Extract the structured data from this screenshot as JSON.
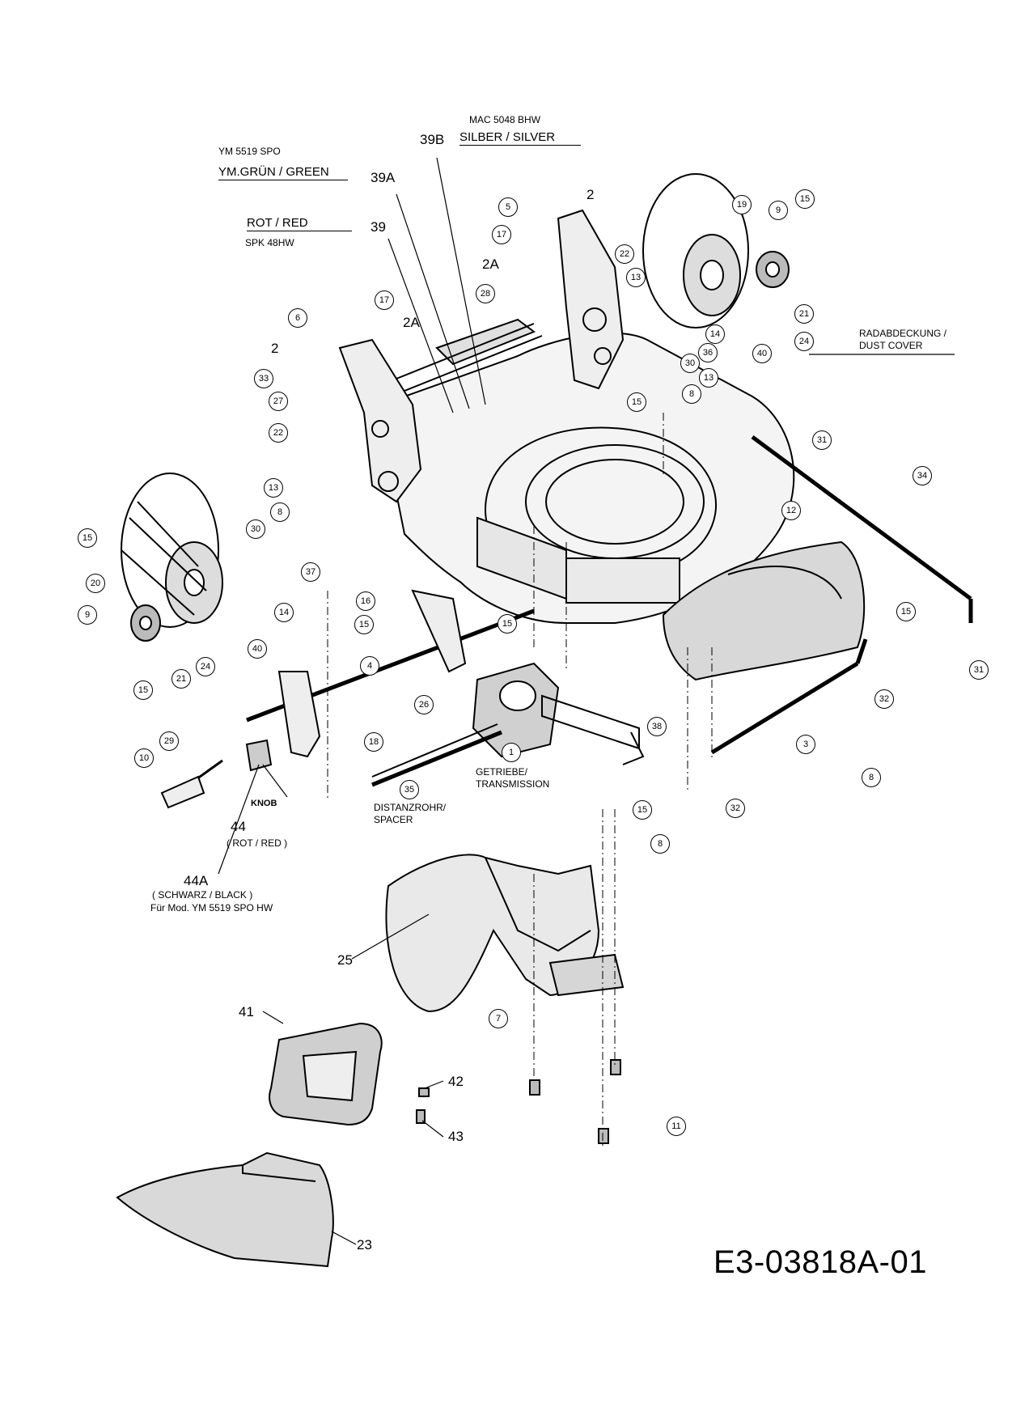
{
  "title": {
    "model_a": "MAC 5048 BHW",
    "color_a": "SILBER / SILVER",
    "model_b": "YM 5519 SPO",
    "color_b": "YM.GRÜN / GREEN",
    "color_c": "ROT / RED",
    "model_c": "SPK 48HW"
  },
  "labels": {
    "p39b": "39B",
    "p39a": "39A",
    "p39": "39",
    "dust_cover": "RADABDECKUNG /",
    "dust_cover2": "DUST COVER",
    "getriebe": "GETRIEBE/",
    "transmission": "TRANSMISSION",
    "spacer1": "DISTANZROHR/",
    "spacer2": "SPACER",
    "knob": "KNOB",
    "p44": "44",
    "p44_note": "( ROT / RED )",
    "p44a": "44A",
    "p44a_note": "( SCHWARZ / BLACK )",
    "p44a_model": "Für Mod. YM 5519 SPO HW",
    "p25": "25",
    "p41": "41",
    "p42": "42",
    "p43": "43",
    "p23": "23",
    "p2_top": "2",
    "p2a_top": "2A",
    "p2_left": "2",
    "p2a_left": "2A"
  },
  "callouts": [
    {
      "id": "c5",
      "text": "5"
    },
    {
      "id": "c17a",
      "text": "17"
    },
    {
      "id": "c22a",
      "text": "22"
    },
    {
      "id": "c28",
      "text": "28"
    },
    {
      "id": "c13a",
      "text": "13"
    },
    {
      "id": "c19",
      "text": "19"
    },
    {
      "id": "c9a",
      "text": "9"
    },
    {
      "id": "c15a",
      "text": "15"
    },
    {
      "id": "c21a",
      "text": "21"
    },
    {
      "id": "c24a",
      "text": "24"
    },
    {
      "id": "c14a",
      "text": "14"
    },
    {
      "id": "c36",
      "text": "36"
    },
    {
      "id": "c40a",
      "text": "40"
    },
    {
      "id": "c30a",
      "text": "30"
    },
    {
      "id": "c13b",
      "text": "13"
    },
    {
      "id": "c8a",
      "text": "8"
    },
    {
      "id": "c15b",
      "text": "15"
    },
    {
      "id": "c6",
      "text": "6"
    },
    {
      "id": "c17b",
      "text": "17"
    },
    {
      "id": "c33",
      "text": "33"
    },
    {
      "id": "c27",
      "text": "27"
    },
    {
      "id": "c22b",
      "text": "22"
    },
    {
      "id": "c13c",
      "text": "13"
    },
    {
      "id": "c8b",
      "text": "8"
    },
    {
      "id": "c30b",
      "text": "30"
    },
    {
      "id": "c37",
      "text": "37"
    },
    {
      "id": "c15c",
      "text": "15"
    },
    {
      "id": "c14b",
      "text": "14"
    },
    {
      "id": "c20",
      "text": "20"
    },
    {
      "id": "c9b",
      "text": "9"
    },
    {
      "id": "c15d",
      "text": "15"
    },
    {
      "id": "c21b",
      "text": "21"
    },
    {
      "id": "c24b",
      "text": "24"
    },
    {
      "id": "c40b",
      "text": "40"
    },
    {
      "id": "c16",
      "text": "16"
    },
    {
      "id": "c15e",
      "text": "15"
    },
    {
      "id": "c15f",
      "text": "15"
    },
    {
      "id": "c31a",
      "text": "31"
    },
    {
      "id": "c34",
      "text": "34"
    },
    {
      "id": "c12",
      "text": "12"
    },
    {
      "id": "c15g",
      "text": "15"
    },
    {
      "id": "c31b",
      "text": "31"
    },
    {
      "id": "c32a",
      "text": "32"
    },
    {
      "id": "c3",
      "text": "3"
    },
    {
      "id": "c8c",
      "text": "8"
    },
    {
      "id": "c32b",
      "text": "32"
    },
    {
      "id": "c15h",
      "text": "15"
    },
    {
      "id": "c8d",
      "text": "8"
    },
    {
      "id": "c4",
      "text": "4"
    },
    {
      "id": "c26",
      "text": "26"
    },
    {
      "id": "c38",
      "text": "38"
    },
    {
      "id": "c1",
      "text": "1"
    },
    {
      "id": "c18",
      "text": "18"
    },
    {
      "id": "c35",
      "text": "35"
    },
    {
      "id": "c29",
      "text": "29"
    },
    {
      "id": "c10",
      "text": "10"
    },
    {
      "id": "c7",
      "text": "7"
    },
    {
      "id": "c11",
      "text": "11"
    }
  ],
  "drawing_number": "E3-03818A-01"
}
